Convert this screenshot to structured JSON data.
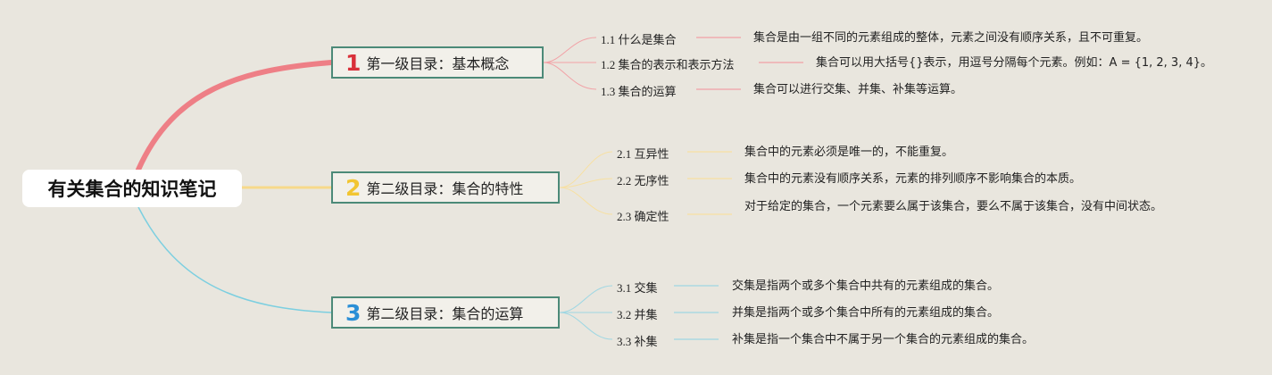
{
  "root": {
    "title": "有关集合的知识笔记"
  },
  "branches": [
    {
      "number": "1",
      "title": "第一级目录：基本概念",
      "color": "#e9707a",
      "items": [
        {
          "label": "1.1 什么是集合",
          "desc": "集合是由一组不同的元素组成的整体，元素之间没有顺序关系，且不可重复。"
        },
        {
          "label": "1.2 集合的表示和表示方法",
          "desc": "集合可以用大括号{}表示，用逗号分隔每个元素。例如：A = {1, 2, 3, 4}。"
        },
        {
          "label": "1.3 集合的运算",
          "desc": "集合可以进行交集、并集、补集等运算。"
        }
      ]
    },
    {
      "number": "2",
      "title": "第二级目录：集合的特性",
      "color": "#f5cf57",
      "items": [
        {
          "label": "2.1 互异性",
          "desc": "集合中的元素必须是唯一的，不能重复。"
        },
        {
          "label": "2.2 无序性",
          "desc": "集合中的元素没有顺序关系，元素的排列顺序不影响集合的本质。"
        },
        {
          "label": "2.3 确定性",
          "desc": "对于给定的集合，一个元素要么属于该集合，要么不属于该集合，没有中间状态。"
        }
      ]
    },
    {
      "number": "3",
      "title": "第二级目录：集合的运算",
      "color": "#2b8fd6",
      "items": [
        {
          "label": "3.1 交集",
          "desc": "交集是指两个或多个集合中共有的元素组成的集合。"
        },
        {
          "label": "3.2 并集",
          "desc": "并集是指两个或多个集合中所有的元素组成的集合。"
        },
        {
          "label": "3.3 补集",
          "desc": "补集是指一个集合中不属于另一个集合的元素组成的集合。"
        }
      ]
    }
  ],
  "colors": {
    "background": "#e9e6de",
    "branch_border": "#4c8a78",
    "link1": "#ee7f86",
    "link2": "#f7d98a",
    "link3": "#7ccfe0"
  }
}
